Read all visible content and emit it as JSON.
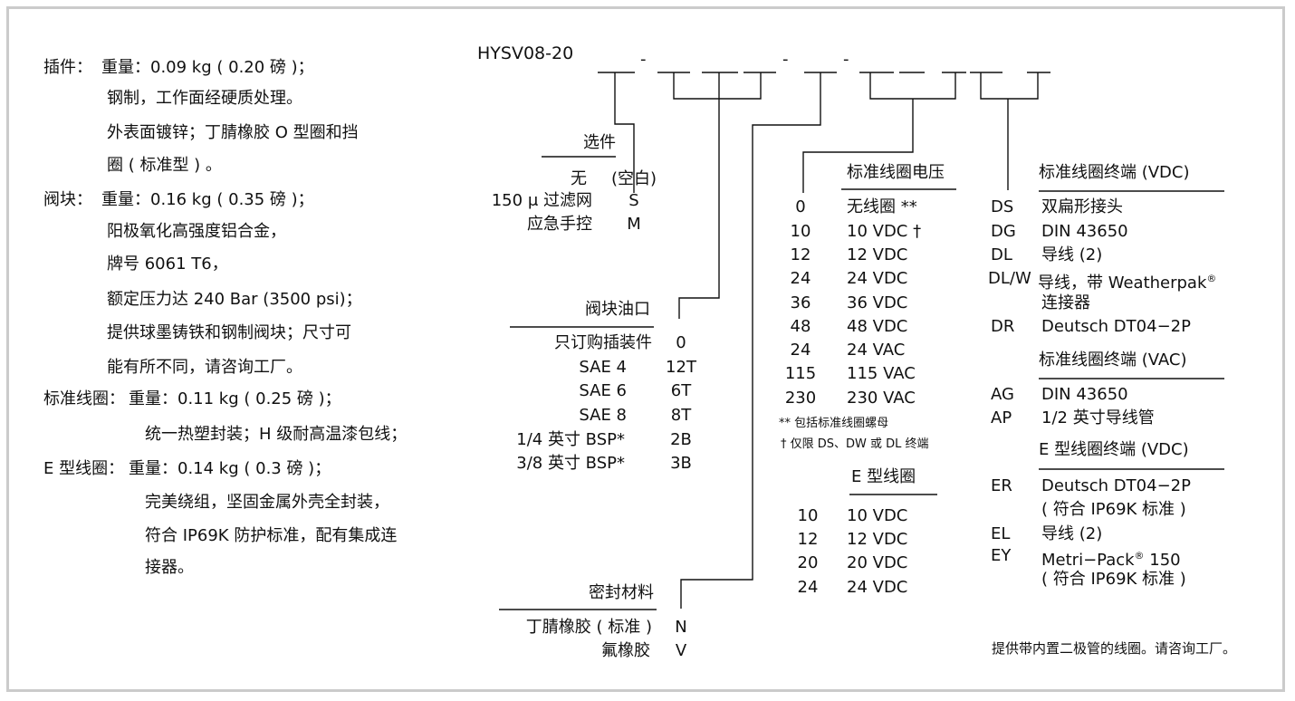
{
  "left_specs": [
    {
      "label": "插件：",
      "lines": [
        "重量：0.09 kg ( 0.20 磅 )；",
        "钢制，工作面经硬质处理。",
        "外表面镀锌；丁腈橡胶 O 型圈和挡",
        "圈 ( 标准型 ) 。"
      ]
    },
    {
      "label": "阀块：",
      "lines": [
        "重量：0.16 kg ( 0.35 磅 )；",
        "阳极氧化高强度铝合金，",
        "牌号 6061 T6，",
        "额定压力达 240 Bar (3500 psi)；",
        "提供球墨铸铁和钢制阀块；尺寸可",
        "能有所不同，请咨询工厂。"
      ]
    },
    {
      "label": "标准线圈：",
      "lines": [
        "重量：0.11 kg (  0.25 磅 )；",
        "统一热塑封装；H 级耐高温漆包线；"
      ]
    },
    {
      "label": "E 型线圈：",
      "lines": [
        "重量：0.14 kg ( 0.3 磅 )；",
        "完美绕组，坚固金属外壳全封装，",
        "符合 IP69K 防护标准，配有集成连",
        "接器。"
      ]
    }
  ],
  "model": {
    "code": "HYSV08-20",
    "dash": "-"
  },
  "options": {
    "title": "选件",
    "rows": [
      [
        "无",
        "(空白)"
      ],
      [
        "150 μ 过滤网",
        "S"
      ],
      [
        "应急手控",
        "M"
      ]
    ]
  },
  "ports": {
    "title": "阀块油口",
    "rows": [
      [
        "只订购插装件",
        "0"
      ],
      [
        "SAE 4",
        "12T"
      ],
      [
        "SAE 6",
        "6T"
      ],
      [
        "SAE 8",
        "8T"
      ],
      [
        "1/4 英寸 BSP*",
        "2B"
      ],
      [
        "3/8 英寸 BSP*",
        "3B"
      ]
    ]
  },
  "seals": {
    "title": "密封材料",
    "rows": [
      [
        "丁腈橡胶 ( 标准 )",
        "N"
      ],
      [
        "氟橡胶",
        "V"
      ]
    ]
  },
  "std_voltage": {
    "title": "标准线圈电压",
    "rows": [
      [
        "0",
        "无线圈 **"
      ],
      [
        "10",
        "10 VDC †"
      ],
      [
        "12",
        "12 VDC"
      ],
      [
        "24",
        "24 VDC"
      ],
      [
        "36",
        "36 VDC"
      ],
      [
        "48",
        "48 VDC"
      ],
      [
        "24",
        "24 VAC"
      ],
      [
        "115",
        "115 VAC"
      ],
      [
        "230",
        "230 VAC"
      ]
    ],
    "notes": [
      "** 包括标准线圈螺母",
      "† 仅限 DS、DW 或 DL 终端"
    ]
  },
  "e_voltage": {
    "title": "E 型线圈",
    "rows": [
      [
        "10",
        "10 VDC"
      ],
      [
        "12",
        "12 VDC"
      ],
      [
        "20",
        "20 VDC"
      ],
      [
        "24",
        "24 VDC"
      ]
    ]
  },
  "term_vdc": {
    "title": "标准线圈终端 (VDC)",
    "rows": [
      [
        "DS",
        "双扁形接头"
      ],
      [
        "DG",
        "DIN 43650"
      ],
      [
        "DL",
        "导线 (2)"
      ],
      [
        "DL/W",
        "导线，带 Weatherpak"
      ],
      [
        "",
        "连接器"
      ],
      [
        "DR",
        "Deutsch DT04−2P"
      ]
    ],
    "reg": "®"
  },
  "term_vac": {
    "title": "标准线圈终端 (VAC)",
    "rows": [
      [
        "AG",
        "DIN 43650"
      ],
      [
        "AP",
        "1/2 英寸导线管"
      ]
    ]
  },
  "term_e": {
    "title": "E 型线圈终端 (VDC)",
    "rows": [
      [
        "ER",
        "Deutsch DT04−2P"
      ],
      [
        "",
        "( 符合 IP69K 标准 )"
      ],
      [
        "EL",
        "导线 (2)"
      ],
      [
        "EY",
        "Metri−Pack"
      ],
      [
        "",
        "( 符合 IP69K 标准 )"
      ]
    ],
    "ey_suffix": " 150",
    "reg": "®"
  },
  "footer_note": "提供带内置二极管的线圈。请咨询工厂。"
}
